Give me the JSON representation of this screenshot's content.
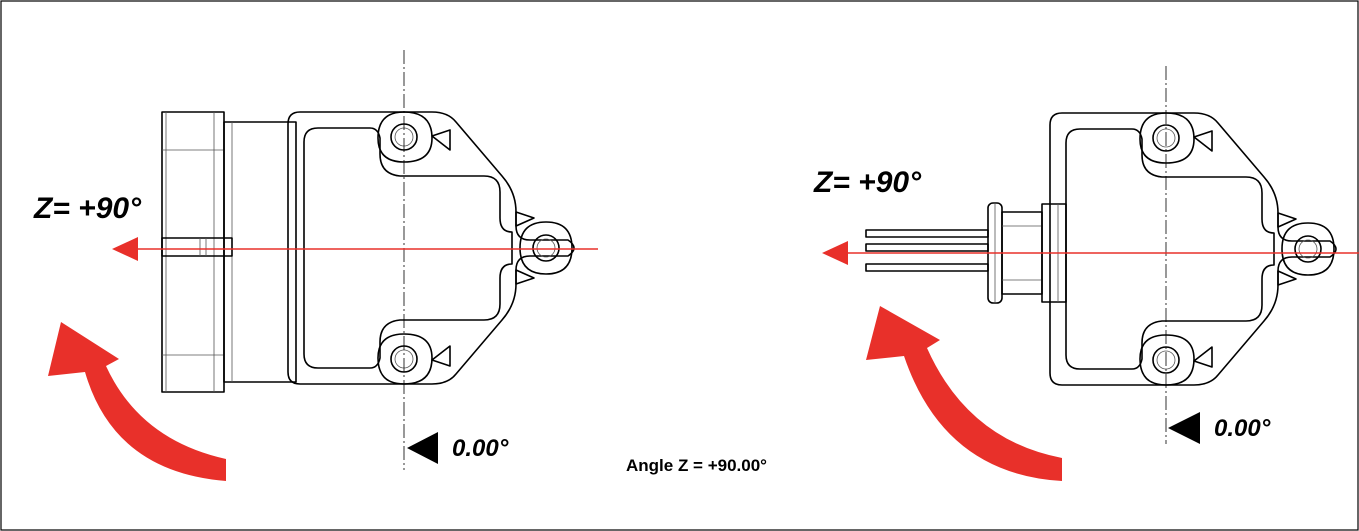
{
  "caption": "Angle Z = +90.00°",
  "left_view": {
    "rotation_label": "Z= +90°",
    "reference_label": "0.00°"
  },
  "right_view": {
    "rotation_label": "Z= +90°",
    "reference_label": "0.00°"
  },
  "colors": {
    "axis_red": "#e8302a",
    "outline": "#000000",
    "frame": "#000000"
  },
  "icons": {
    "rotation_arrow": "curved-arrow-icon",
    "reference_pointer": "triangle-left-icon"
  }
}
